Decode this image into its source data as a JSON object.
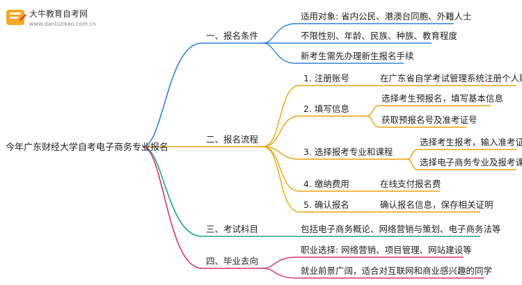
{
  "logo": {
    "name": "大牛教育自考网",
    "url": "www.daniuzikao.com.cn"
  },
  "root": "今年广东财经大学自考电子商务专业报名",
  "colors": {
    "blue": "#2f80d6",
    "orange": "#e8a40c",
    "green": "#1aa57a",
    "pink": "#d6336c",
    "root_line": "#6b5bd6"
  },
  "branches": [
    {
      "label": "一、报名条件",
      "color": "blue",
      "children": [
        {
          "label": "适用对象: 省内公民、港澳台同胞、外籍人士"
        },
        {
          "label": "不限性别、年龄、民族、种族、教育程度"
        },
        {
          "label": "新考生需先办理新生报名手续"
        }
      ]
    },
    {
      "label": "二、报名流程",
      "color": "orange",
      "children": [
        {
          "label": "1. 注册账号",
          "children": [
            "在广东省自学考试管理系统注册个人账号"
          ]
        },
        {
          "label": "2. 填写信息",
          "children": [
            "选择考生预报名，填写基本信息",
            "获取预报名号及准考证号"
          ]
        },
        {
          "label": "3. 选择报考专业和课程",
          "children": [
            "选择考生报考，输入准考证号",
            "选择电子商务专业及报考课程"
          ]
        },
        {
          "label": "4. 缴纳费用",
          "children": [
            "在线支付报名费"
          ]
        },
        {
          "label": "5. 确认报名",
          "children": [
            "确认报名信息，保存相关证明"
          ]
        }
      ]
    },
    {
      "label": "三、考试科目",
      "color": "green",
      "children": [
        {
          "label": "包括电子商务概论、网络营销与策划、电子商务法等"
        }
      ]
    },
    {
      "label": "四、毕业去向",
      "color": "pink",
      "children": [
        {
          "label": "职业选择: 网络营销、项目管理、网站建设等"
        },
        {
          "label": "就业前景广阔，适合对互联网和商业感兴趣的同学"
        }
      ]
    }
  ]
}
